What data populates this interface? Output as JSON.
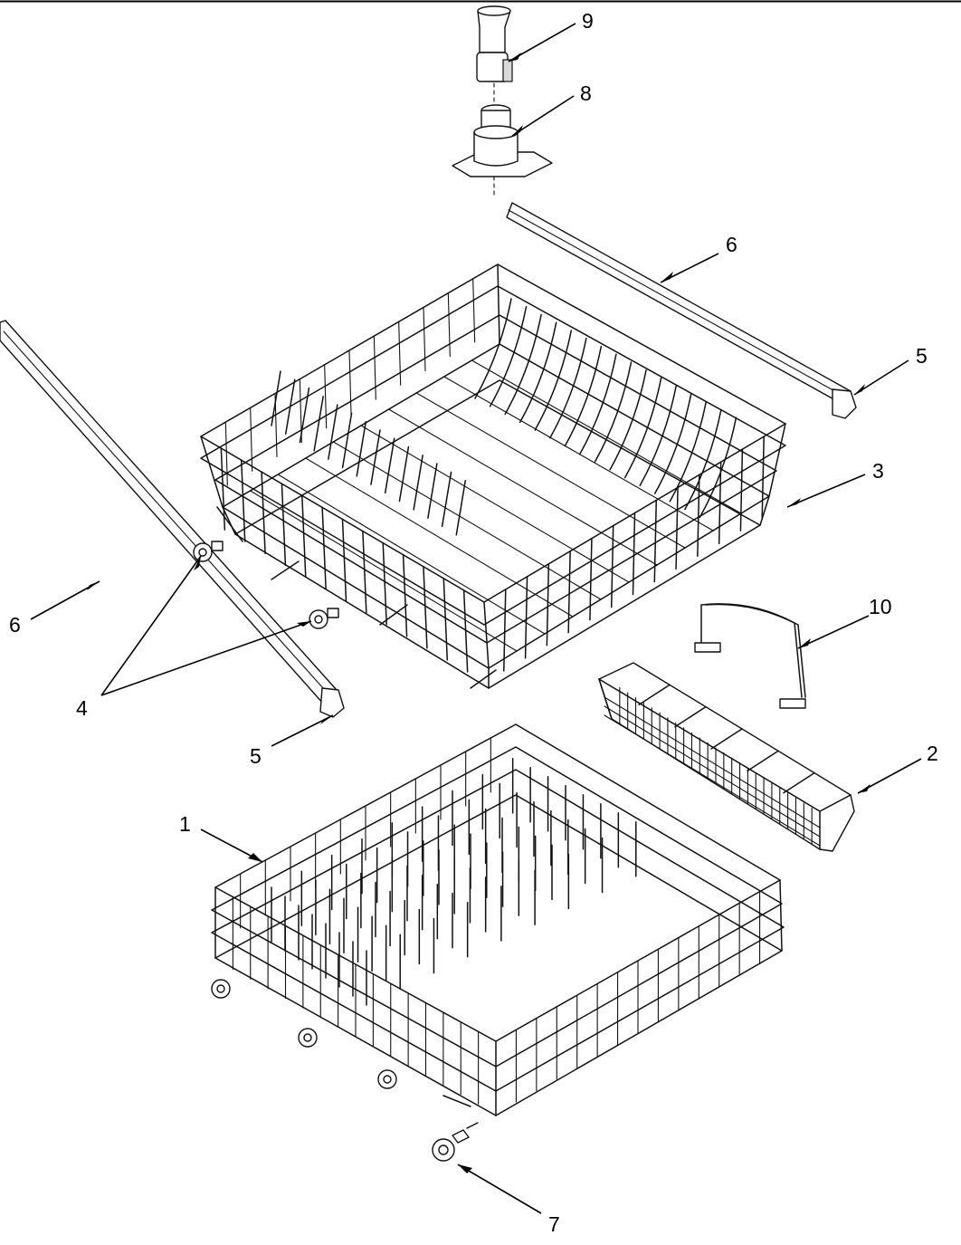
{
  "diagram": {
    "callouts": [
      {
        "id": "c9",
        "text": "9"
      },
      {
        "id": "c8",
        "text": "8"
      },
      {
        "id": "c6a",
        "text": "6"
      },
      {
        "id": "c5a",
        "text": "5"
      },
      {
        "id": "c3",
        "text": "3"
      },
      {
        "id": "c6b",
        "text": "6"
      },
      {
        "id": "c4",
        "text": "4"
      },
      {
        "id": "c5b",
        "text": "5"
      },
      {
        "id": "c10",
        "text": "10"
      },
      {
        "id": "c2",
        "text": "2"
      },
      {
        "id": "c1",
        "text": "1"
      },
      {
        "id": "c7",
        "text": "7"
      }
    ]
  }
}
